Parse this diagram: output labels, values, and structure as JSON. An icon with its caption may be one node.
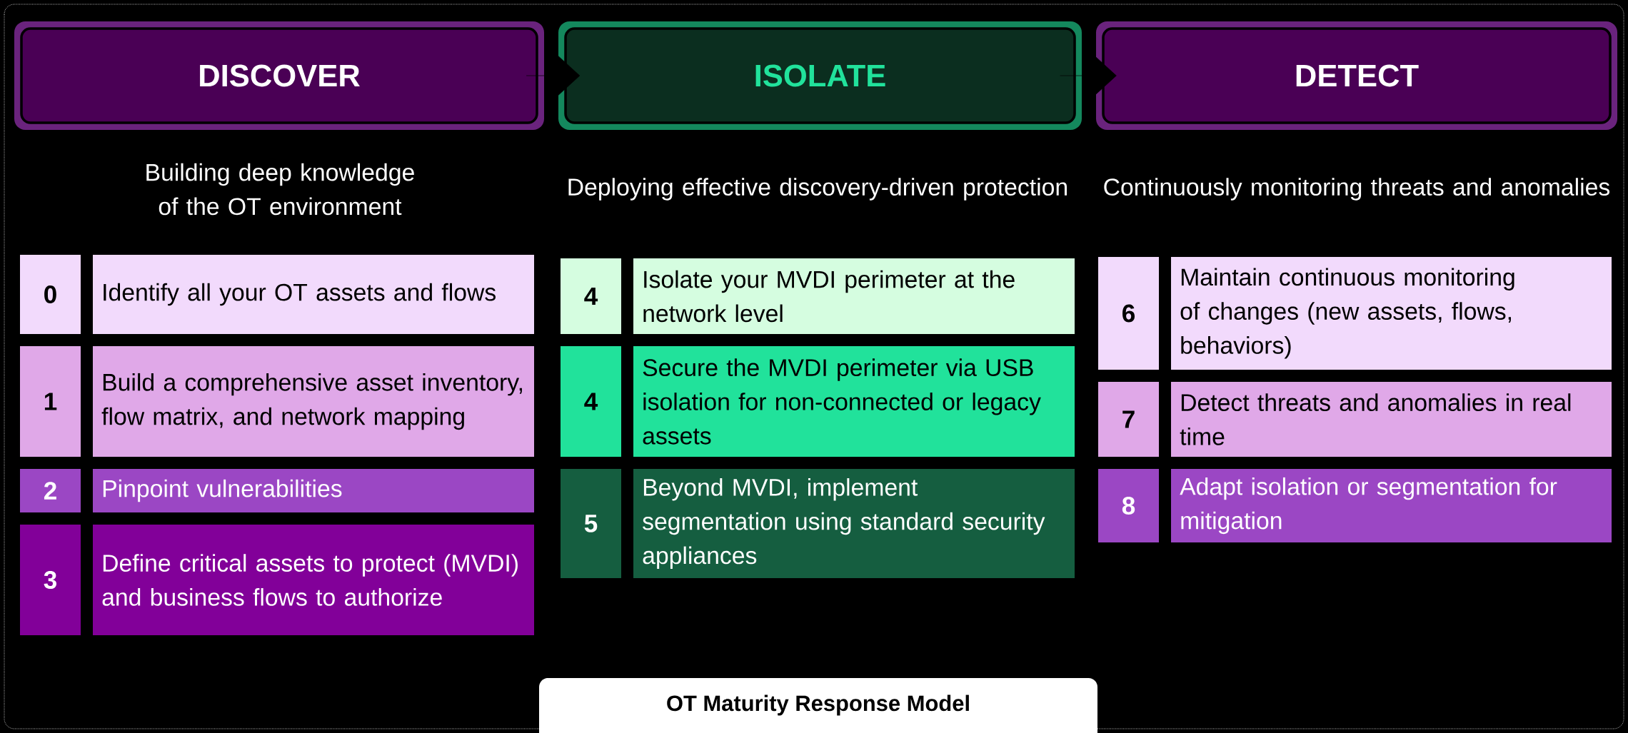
{
  "diagram": {
    "title": "OT Maturity Response Model",
    "nodes": [
      {
        "text": [
          "DISCOVER"
        ]
      },
      {
        "text": [
          "ISOLATE"
        ]
      },
      {
        "text": [
          "DETECT"
        ]
      },
      {
        "text": [
          "0",
          "Identify all your OT assets and flows"
        ]
      },
      {
        "text": [
          "1",
          "Build a comprehensive asset inventory, flow matrix, and network mapping"
        ]
      },
      {
        "text": [
          "2",
          "Pinpoint vulnerabilities"
        ]
      },
      {
        "text": [
          "3",
          "Define critical assets to protect (MVDI) and business flows to authorize"
        ]
      },
      {
        "text": [
          "4",
          "Isolate your MVDI perimeter at the network level"
        ]
      },
      {
        "text": [
          "4",
          "Secure the MVDI perimeter via USB isolation for non-connected or legacy assets"
        ]
      },
      {
        "text": [
          "5",
          "Beyond MVDI, implement segmentation using standard security appliances"
        ]
      },
      {
        "text": [
          "6",
          "Maintain continuous monitoring of changes (new assets, flows, behaviors)"
        ]
      },
      {
        "text": [
          "7",
          "Detect threats and anomalies in real time"
        ]
      },
      {
        "text": [
          "8",
          "Adapt isolation or segmentation for mitigation"
        ]
      }
    ],
    "edges": [
      {
        "from": 0,
        "to": 1,
        "arrow": "to"
      },
      {
        "from": 1,
        "to": 2,
        "arrow": "to"
      }
    ],
    "labels": [
      "Building deep knowledge of the OT environment",
      "Deploying effective discovery-driven protection",
      "Continuously monitoring threats and anomalies"
    ]
  }
}
